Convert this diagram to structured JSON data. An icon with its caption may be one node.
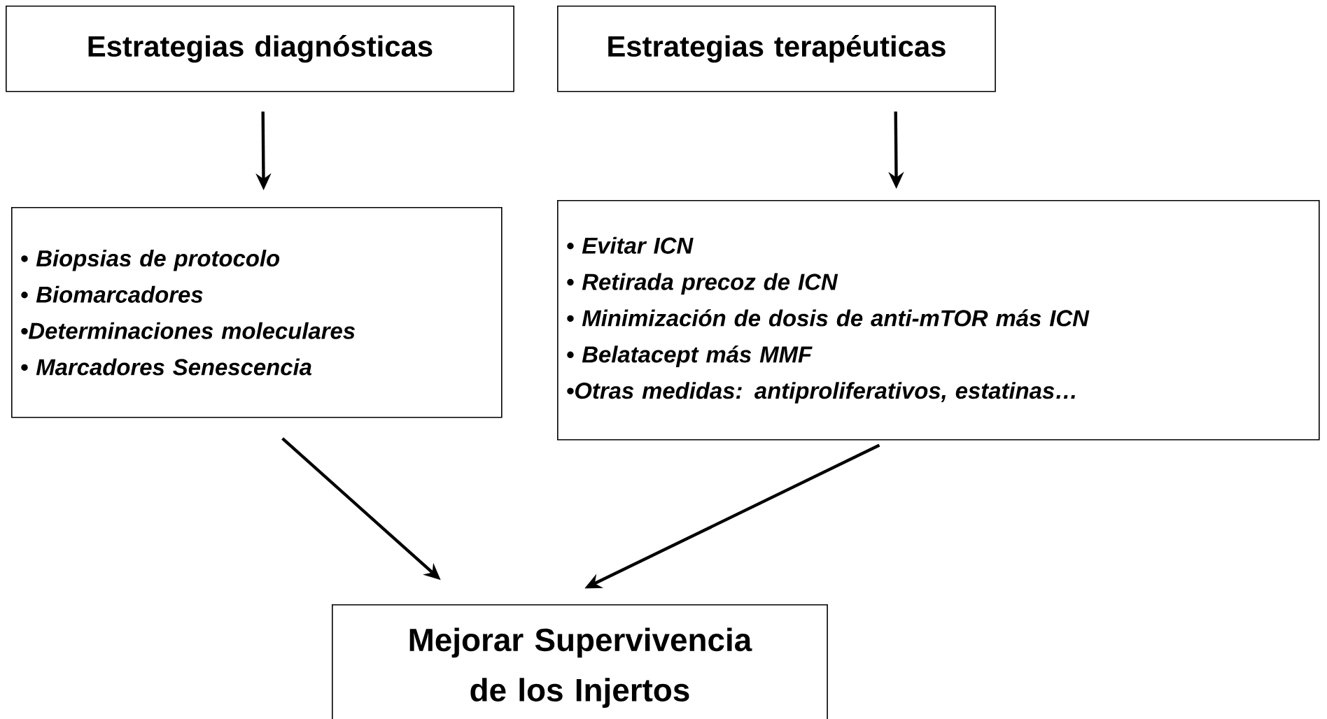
{
  "diagram": {
    "nodes": [
      {
        "text": [
          "Estrategias diagnósticas"
        ]
      },
      {
        "text": [
          "Estrategias terapéuticas"
        ]
      },
      {
        "text": [
          "• Biopsias de protocolo",
          "• Biomarcadores",
          "•Determinaciones moleculares",
          "• Marcadores Senescencia"
        ]
      },
      {
        "text": [
          "• Evitar ICN",
          "• Retirada precoz de ICN",
          "• Minimización de dosis de anti-mTOR más ICN",
          "• Belatacept más MMF",
          "•Otras medidas: antiproliferativos, estatinas…"
        ]
      },
      {
        "text": [
          "Mejorar Supervivencia de los Injertos"
        ]
      }
    ],
    "edges": [
      {
        "from": 0,
        "to": 2,
        "arrow": "to"
      },
      {
        "from": 1,
        "to": 3,
        "arrow": "to"
      },
      {
        "from": 2,
        "to": 4,
        "arrow": "to"
      },
      {
        "from": 3,
        "to": 4,
        "arrow": "to"
      }
    ]
  }
}
